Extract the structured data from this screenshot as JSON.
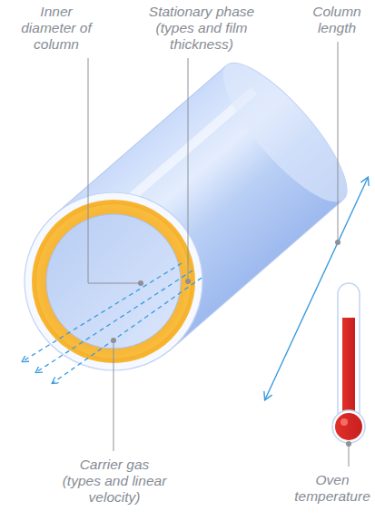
{
  "diagram": {
    "labels": [
      "Inner diameter of column",
      "Stationary phase (types and film thickness)",
      "Column length",
      "Carrier gas (types and linear velocity)",
      "Oven temperature"
    ]
  }
}
